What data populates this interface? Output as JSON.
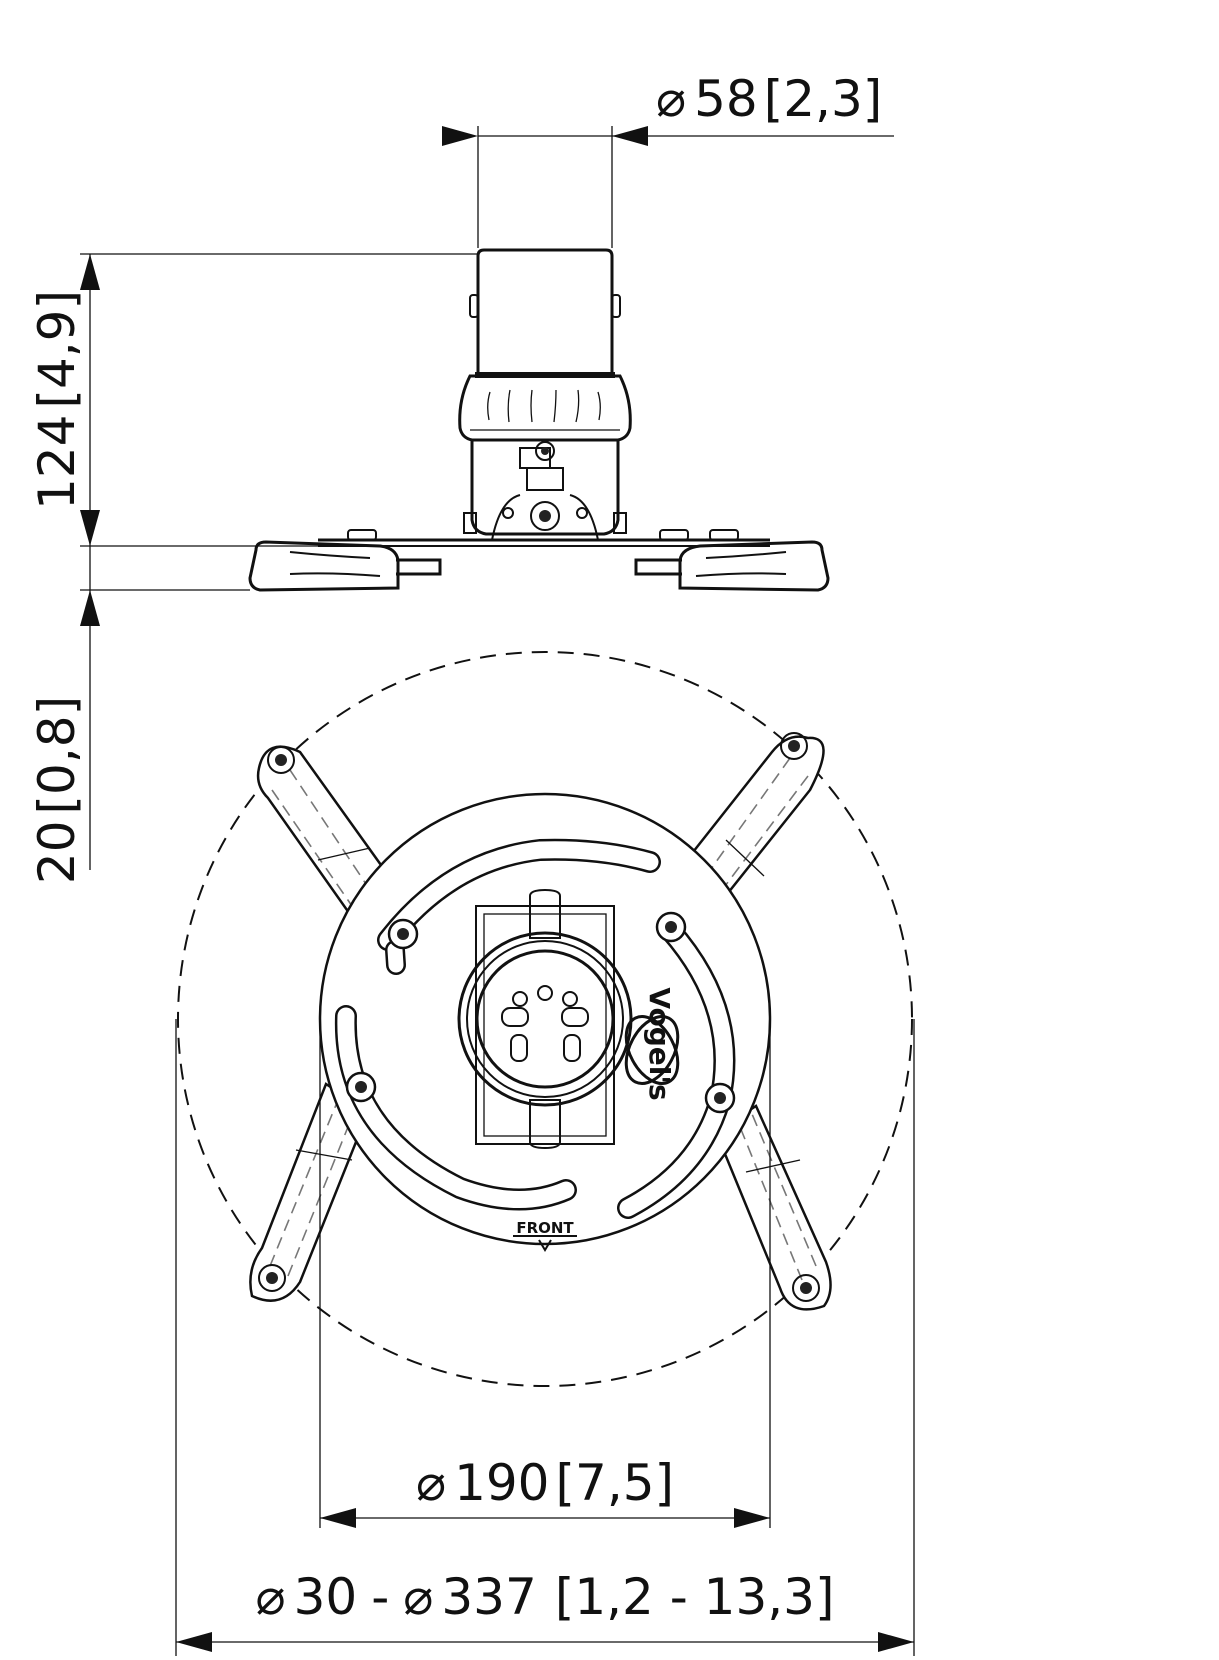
{
  "dimensions": {
    "top_tube_diameter": "58",
    "top_tube_diameter_in": "[2,3]",
    "height_total": "124",
    "height_total_in": "[4,9]",
    "base_height": "20",
    "base_height_in": "[0,8]",
    "plate_diameter": "190",
    "plate_diameter_in": "[7,5]",
    "range_min": "30",
    "range_max": "337",
    "range_in": "[1,2 - 13,3]"
  },
  "symbols": {
    "diameter": "⌀",
    "range_separator": "-"
  },
  "labels": {
    "front": "FRONT",
    "brand": "Vogel's"
  },
  "icons": {
    "diameter_symbol": "diameter-icon",
    "dimension_arrow": "arrow-icon",
    "brand_logo": "vogels-logo"
  }
}
